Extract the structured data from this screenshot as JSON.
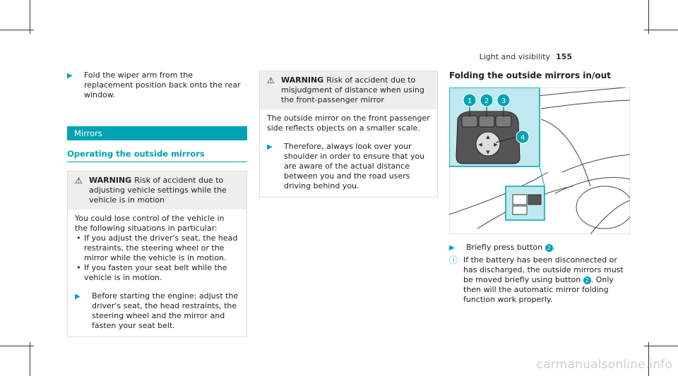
{
  "header": {
    "section": "Light and visibility",
    "page": "155"
  },
  "col1": {
    "step": "Fold the wiper arm from the replacement position back onto the rear window.",
    "section_title": "Mirrors",
    "subsection_title": "Operating the outside mirrors",
    "warning": {
      "title": "WARNING",
      "lead": "Risk of accident due to adjusting vehicle settings while the vehicle is in motion",
      "body": "You could lose control of the vehicle in the following situations in particular:",
      "bullets": [
        "If you adjust the driver's seat, the head restraints, the steering wheel or the mirror while the vehicle is in motion.",
        "If you fasten your seat belt while the vehicle is in motion."
      ],
      "step": "Before starting the engine: adjust the driver's seat, the head restraints, the steering wheel and the mirror and fasten your seat belt."
    }
  },
  "col2": {
    "warning": {
      "title": "WARNING",
      "lead": "Risk of accident due to misjudgment of distance when using the front-passenger mirror",
      "body": "The outside mirror on the front passenger side reflects objects on a smaller scale.",
      "step": "Therefore, always look over your shoulder in order to ensure that you are aware of the actual distance between you and the road users driving behind you."
    }
  },
  "col3": {
    "title": "Folding the outside mirrors in/out",
    "figure_callouts": [
      "1",
      "2",
      "3",
      "4"
    ],
    "step_text": "Briefly press button",
    "step_badge": "2",
    "note_pre": "If the battery has been disconnected or has discharged, the outside mirrors must be moved briefly using button",
    "note_badge": "2",
    "note_post": ". Only then will the automatic mirror folding function work properly."
  },
  "watermark": "carmanualsonline.info",
  "colors": {
    "accent": "#00a2b4",
    "figure_tint": "#bfe9ee"
  },
  "icons": {
    "step": "triangle-arrow-icon",
    "warning": "warning-triangle-icon",
    "info": "info-icon"
  }
}
